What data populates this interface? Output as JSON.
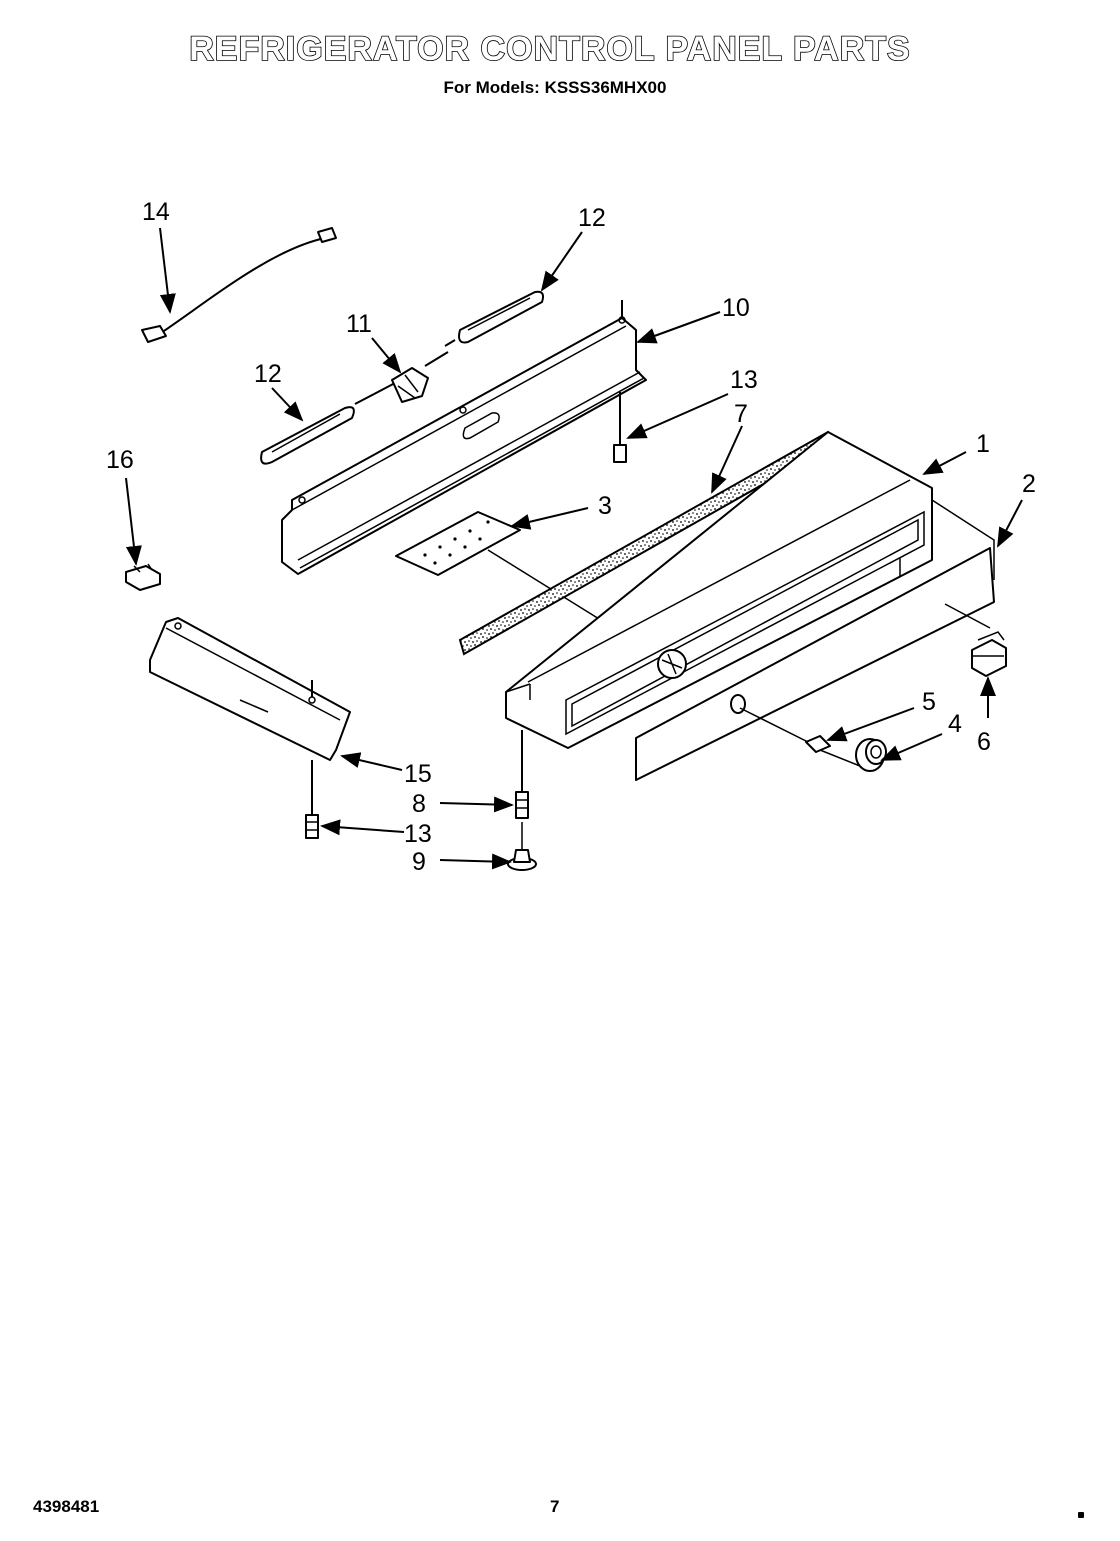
{
  "header": {
    "title": "REFRIGERATOR CONTROL PANEL PARTS",
    "subtitle": "For Models: KSSS36MHX00"
  },
  "callouts": {
    "c1": "1",
    "c2": "2",
    "c3": "3",
    "c4": "4",
    "c5": "5",
    "c6": "6",
    "c7": "7",
    "c8": "8",
    "c9": "9",
    "c10": "10",
    "c11": "11",
    "c12a": "12",
    "c12b": "12",
    "c13a": "13",
    "c13b": "13",
    "c14": "14",
    "c15": "15",
    "c16": "16"
  },
  "footer": {
    "doc_number": "4398481",
    "page_number": "7"
  }
}
